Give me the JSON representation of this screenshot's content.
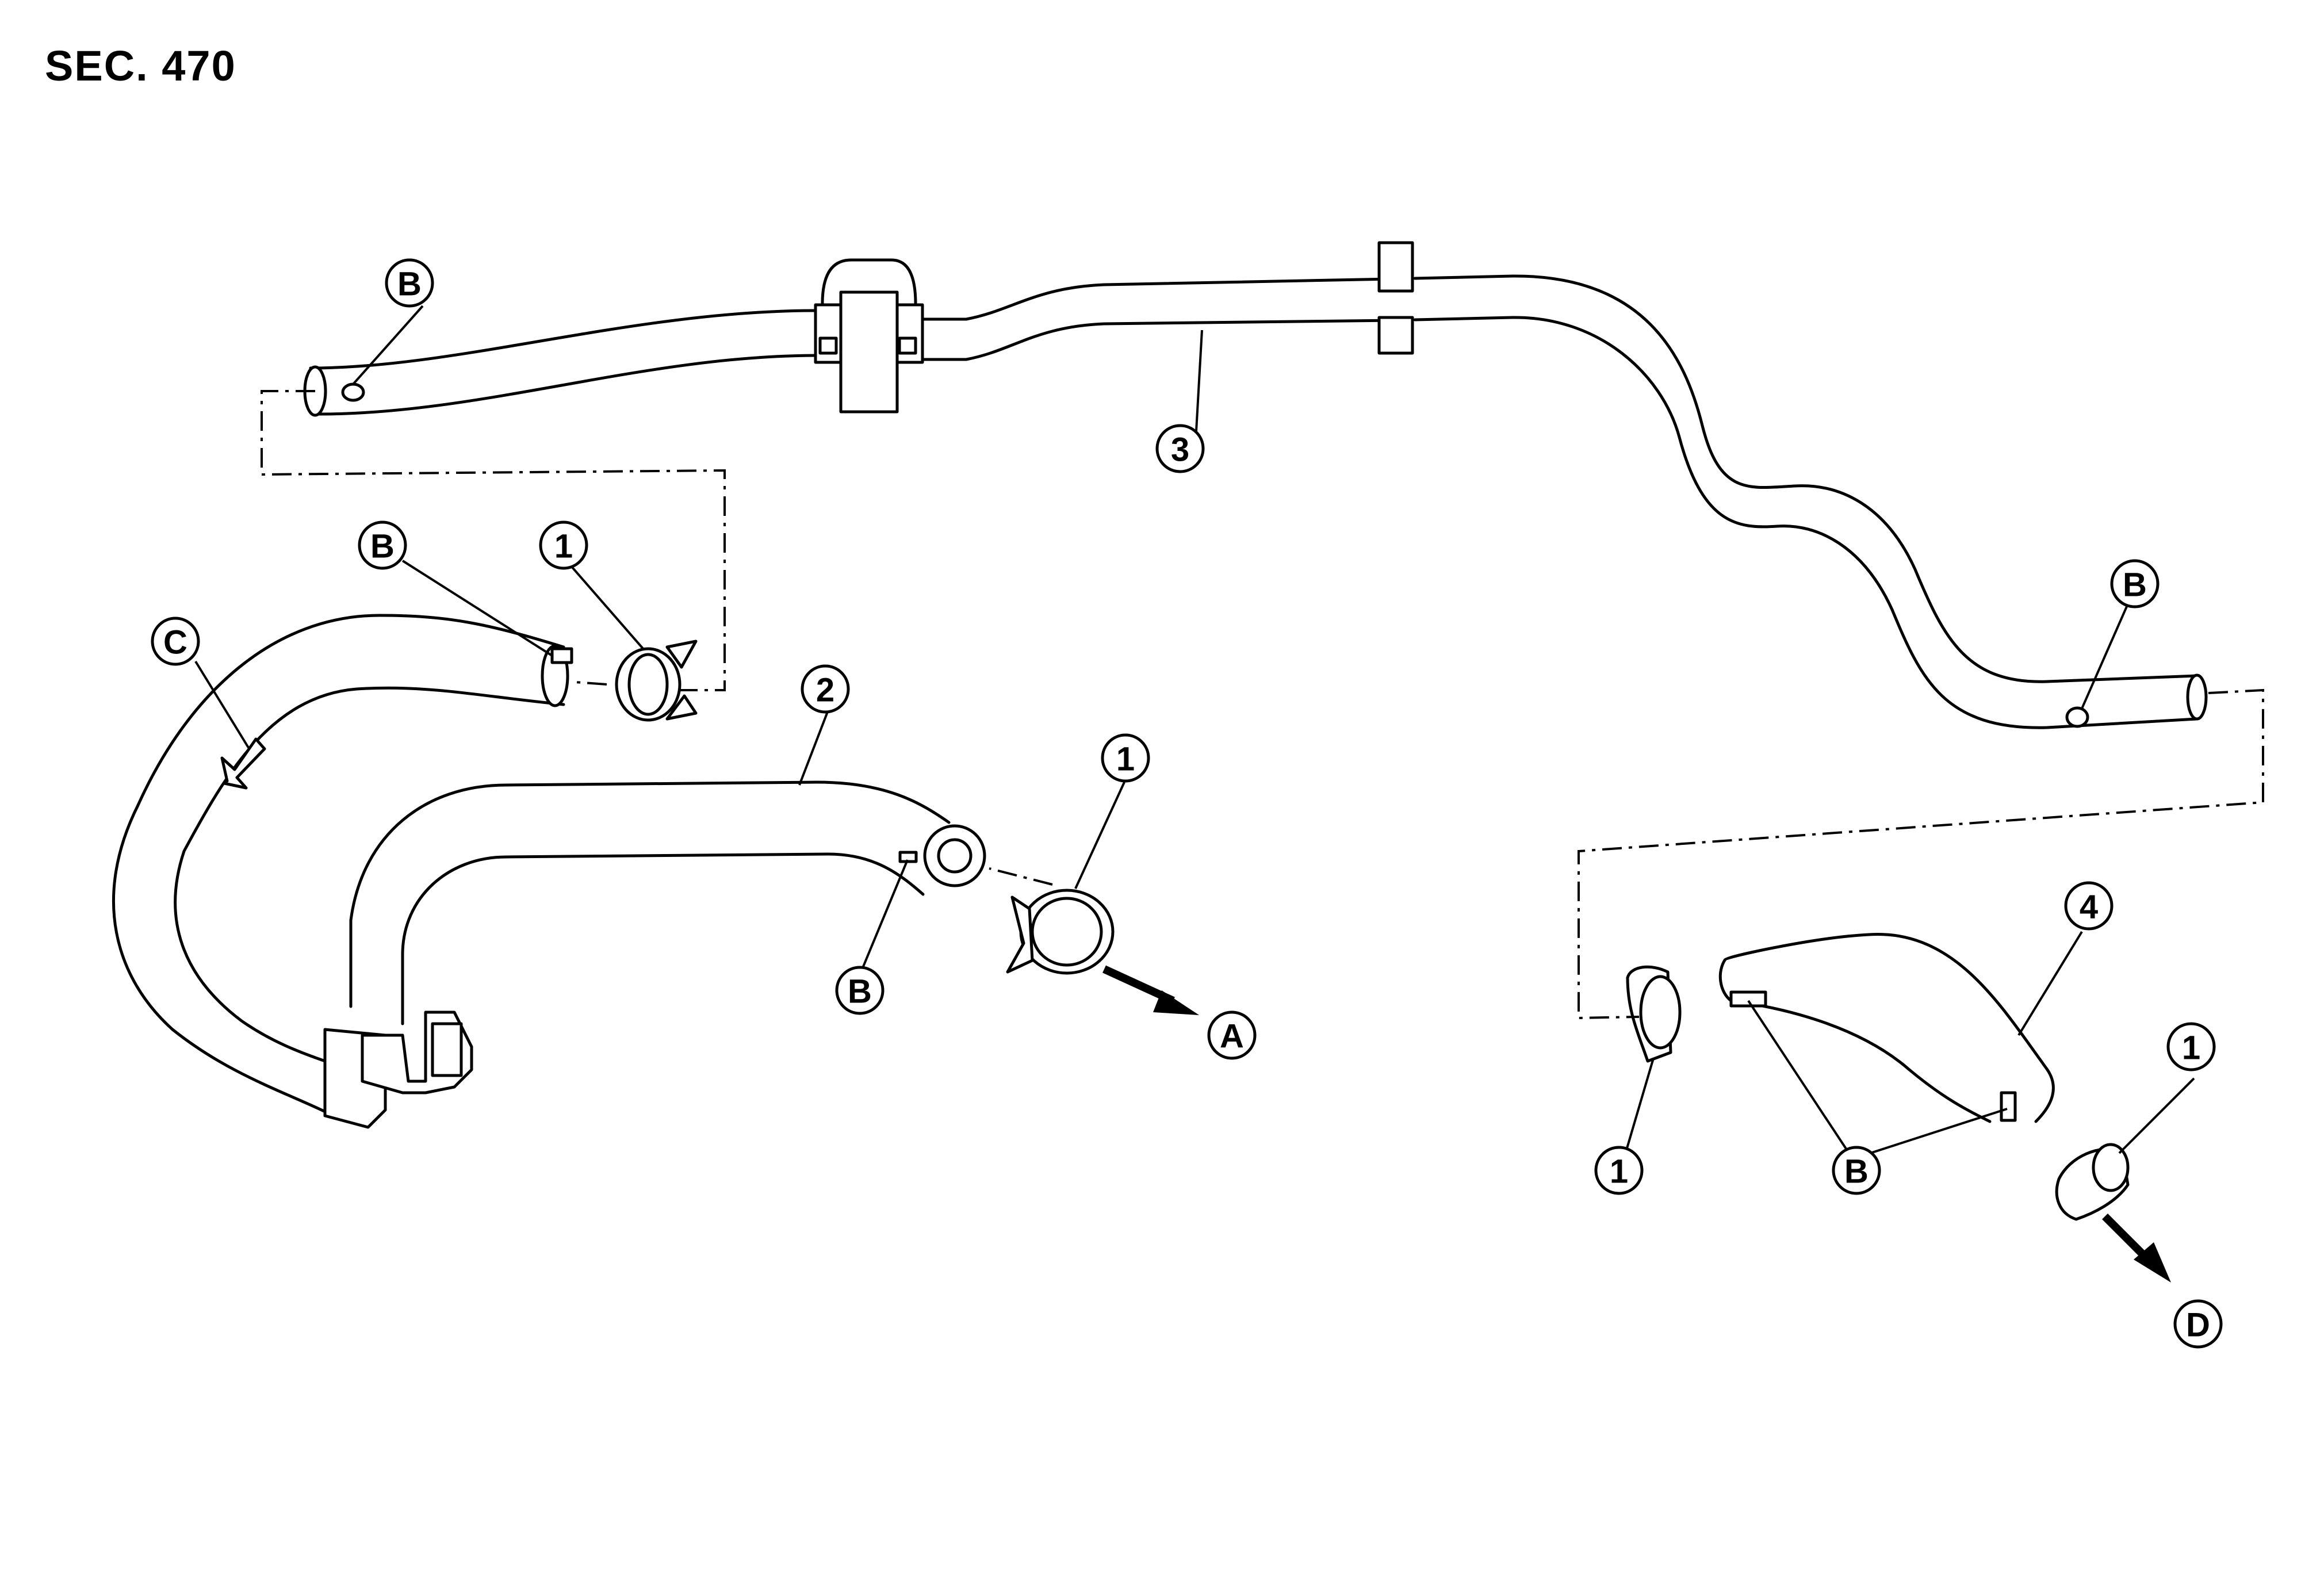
{
  "section": "SEC. 470",
  "callouts": {
    "part_1": "1",
    "part_2": "2",
    "part_3": "3",
    "part_4": "4",
    "ref_A": "A",
    "ref_B": "B",
    "ref_C": "C",
    "ref_D": "D"
  }
}
